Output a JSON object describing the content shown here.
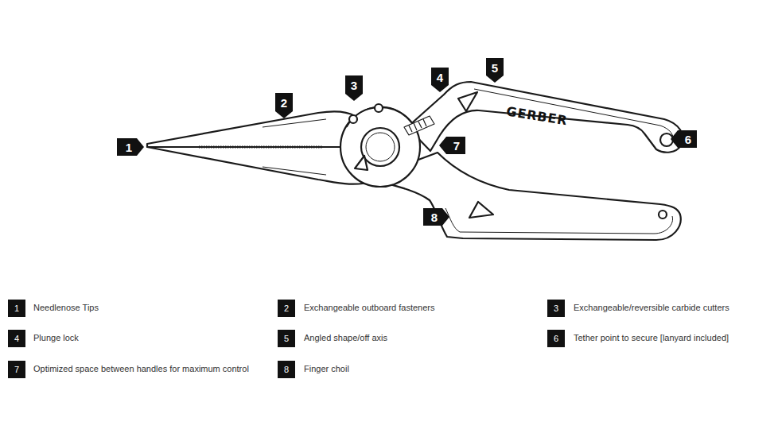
{
  "diagram": {
    "labels": [
      "1",
      "2",
      "3",
      "4",
      "5",
      "6",
      "7",
      "8",
      "GERBER",
      "1",
      "Needlenose Tips",
      "2",
      "Exchangeable outboard fasteners",
      "3",
      "Exchangeable/reversible carbide cutters",
      "4",
      "Plunge lock",
      "5",
      "Angled shape/off axis",
      "6",
      "Tether point to secure [lanyard included]",
      "7",
      "Optimized space between handles for maximum control",
      "8",
      "Finger choil"
    ]
  }
}
